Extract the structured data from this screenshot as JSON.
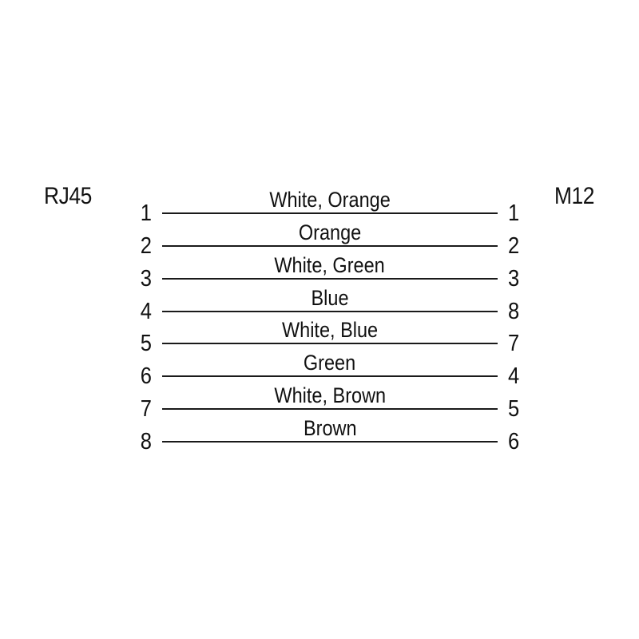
{
  "diagram": {
    "left_connector": "RJ45",
    "right_connector": "M12",
    "rows": [
      {
        "left_pin": "1",
        "label": "White, Orange",
        "right_pin": "1"
      },
      {
        "left_pin": "2",
        "label": "Orange",
        "right_pin": "2"
      },
      {
        "left_pin": "3",
        "label": "White, Green",
        "right_pin": "3"
      },
      {
        "left_pin": "4",
        "label": "Blue",
        "right_pin": "8"
      },
      {
        "left_pin": "5",
        "label": "White, Blue",
        "right_pin": "7"
      },
      {
        "left_pin": "6",
        "label": "Green",
        "right_pin": "4"
      },
      {
        "left_pin": "7",
        "label": "White, Brown",
        "right_pin": "5"
      },
      {
        "left_pin": "8",
        "label": "Brown",
        "right_pin": "6"
      }
    ],
    "colors": {
      "background": "#ffffff",
      "line": "#1a1a1a",
      "text": "#111111"
    }
  }
}
